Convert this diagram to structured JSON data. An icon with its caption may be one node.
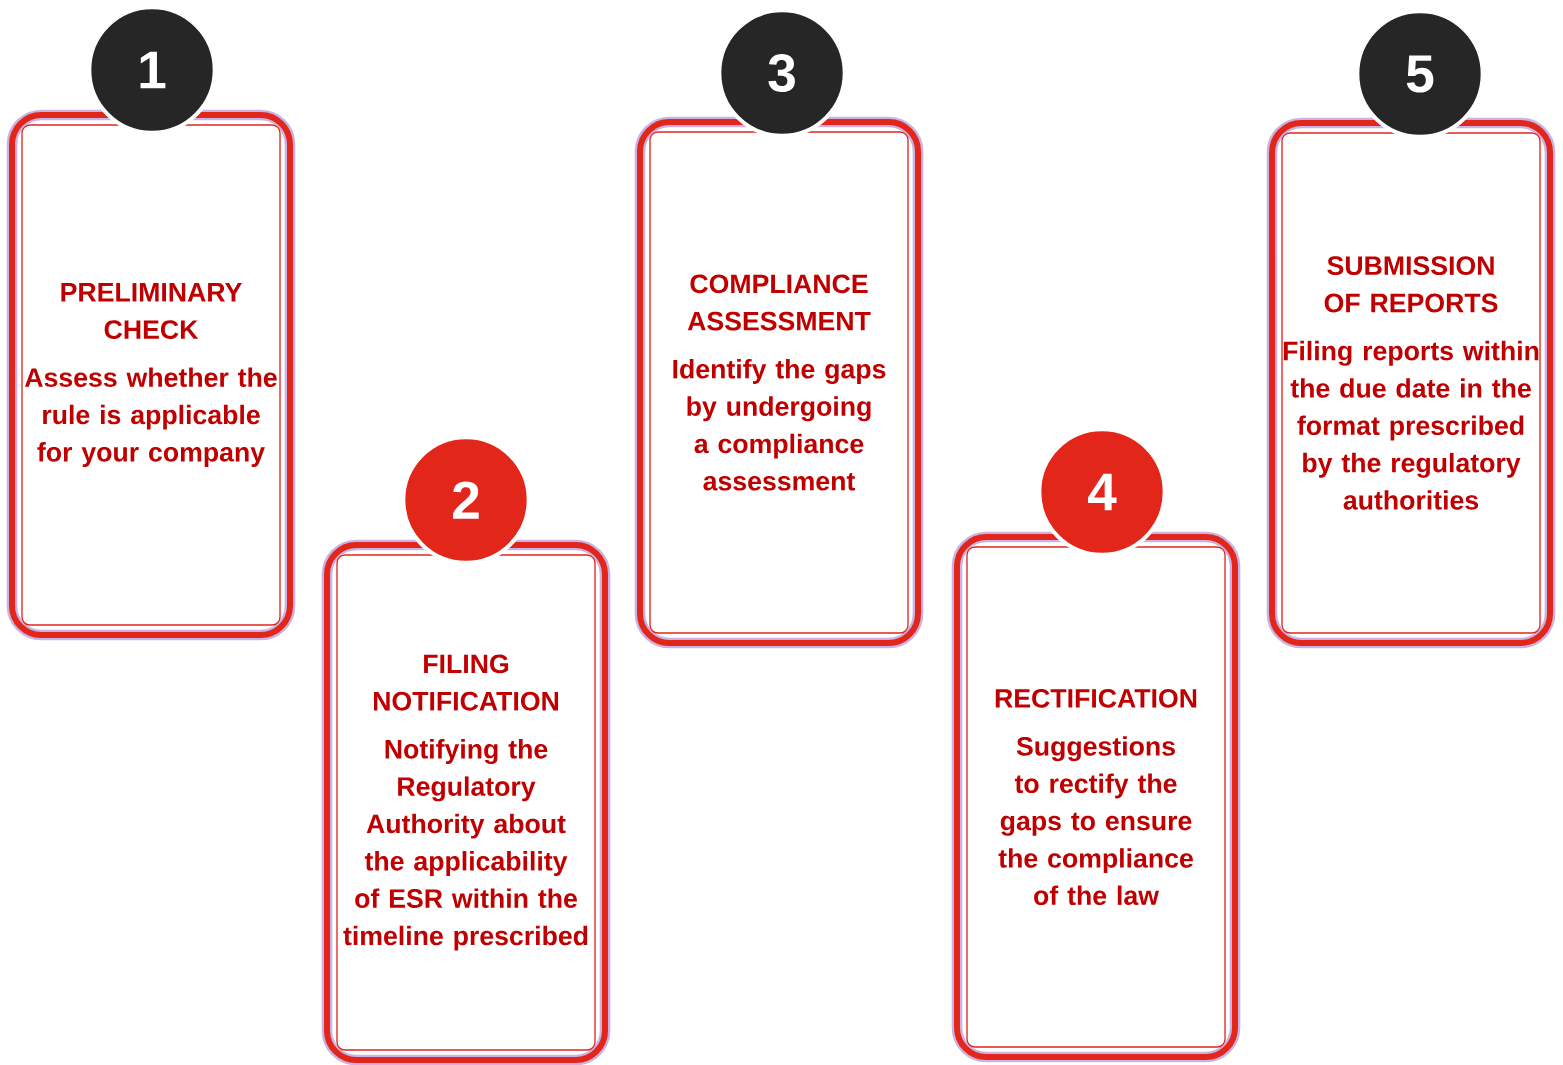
{
  "diagram": {
    "nodes": [
      {
        "text": [
          "1"
        ]
      },
      {
        "text": [
          "PRELIMINARY CHECK",
          "Assess whether the rule is applicable for your company"
        ]
      },
      {
        "text": [
          "2"
        ]
      },
      {
        "text": [
          "FILING NOTIFICATION",
          "Notifying the Regulatory Authority about the applicability of ESR within the timeline prescribed"
        ]
      },
      {
        "text": [
          "3"
        ]
      },
      {
        "text": [
          "COMPLIANCE ASSESSMENT",
          "Identify the gaps by undergoing a compliance assessment"
        ]
      },
      {
        "text": [
          "4"
        ]
      },
      {
        "text": [
          "RECTIFICATION",
          "Suggestions to rectify the gaps to ensure the compliance of the law"
        ]
      },
      {
        "text": [
          "5"
        ]
      },
      {
        "text": [
          "SUBMISSION OF REPORTS",
          "Filing reports within the due date in the format prescribed by the regulatory authorities"
        ]
      }
    ]
  }
}
